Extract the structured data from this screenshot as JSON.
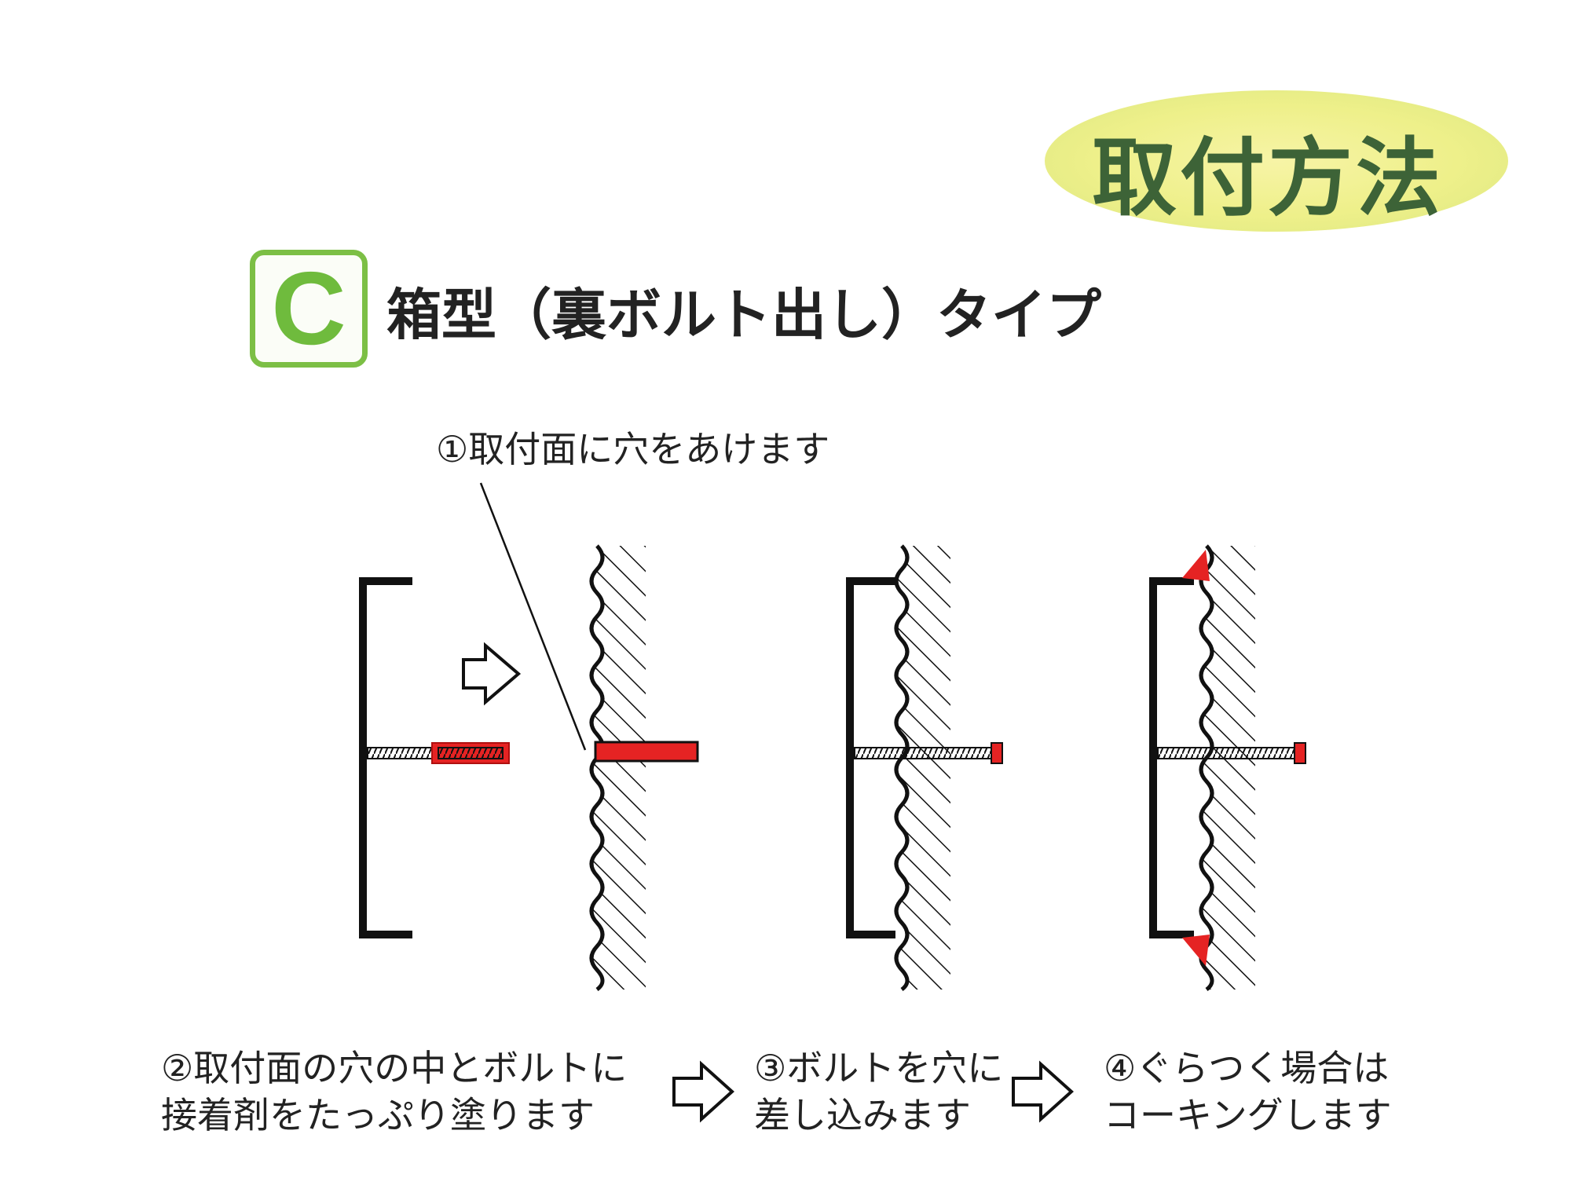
{
  "heading": {
    "badge_label": "取付方法"
  },
  "type_section": {
    "letter": "C",
    "title": "箱型（裏ボルト出し）タイプ"
  },
  "steps": {
    "step1": "①取付面に穴をあけます",
    "step2_line1": "②取付面の穴の中とボルトに",
    "step2_line2": "接着剤をたっぷり塗ります",
    "step3_line1": "③ボルトを穴に",
    "step3_line2": "差し込みます",
    "step4_line1": "④ぐらつく場合は",
    "step4_line2": "コーキングします"
  },
  "colors": {
    "badge": "#eef08a",
    "badge_text": "#3d6337",
    "c_green": "#7cbf45",
    "adhesive_red": "#e52323",
    "line": "#111111"
  },
  "icons": [
    "arrow-right-icon"
  ]
}
